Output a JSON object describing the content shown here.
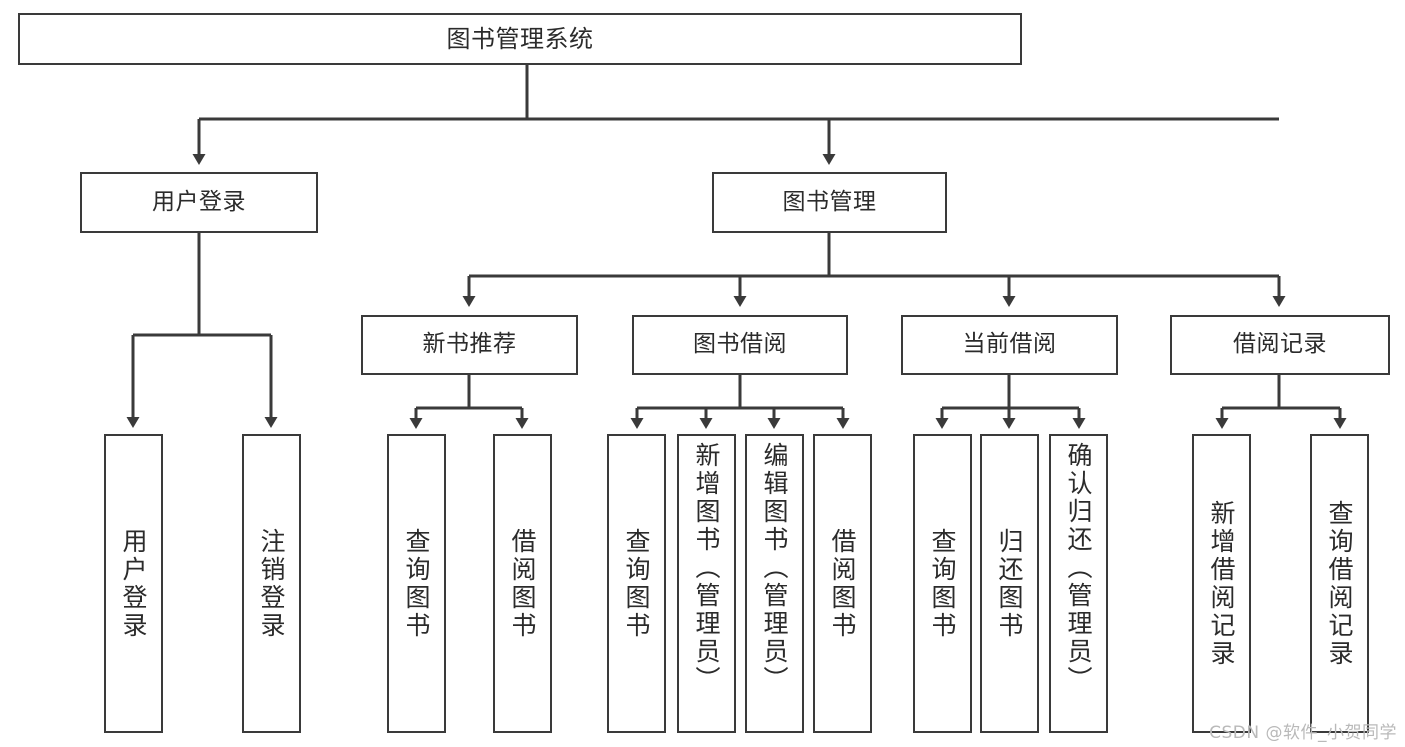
{
  "diagram": {
    "title": "图书管理系统",
    "type": "functional-structure-tree",
    "root": {
      "label": "图书管理系统"
    },
    "level2": [
      {
        "label": "用户登录"
      },
      {
        "label": "图书管理"
      }
    ],
    "level3": [
      {
        "label": "新书推荐"
      },
      {
        "label": "图书借阅"
      },
      {
        "label": "当前借阅"
      },
      {
        "label": "借阅记录"
      }
    ],
    "leaves": {
      "user_login": [
        {
          "label": "用户登录"
        },
        {
          "label": "注销登录"
        }
      ],
      "new_book_recommend": [
        {
          "label": "查询图书"
        },
        {
          "label": "借阅图书"
        }
      ],
      "book_borrow": [
        {
          "label": "查询图书"
        },
        {
          "label": "新增图书（管理员）"
        },
        {
          "label": "编辑图书（管理员）"
        },
        {
          "label": "借阅图书"
        }
      ],
      "current_borrow": [
        {
          "label": "查询图书"
        },
        {
          "label": "归还图书"
        },
        {
          "label": "确认归还（管理员）"
        }
      ],
      "borrow_record": [
        {
          "label": "新增借阅记录"
        },
        {
          "label": "查询借阅记录"
        }
      ]
    }
  },
  "watermark": {
    "text": "CSDN @软件_小贺同学"
  },
  "colors": {
    "stroke": "#3a3a3a",
    "text": "#2b2b2b",
    "background": "#ffffff",
    "watermark": "#b9b9b9"
  }
}
